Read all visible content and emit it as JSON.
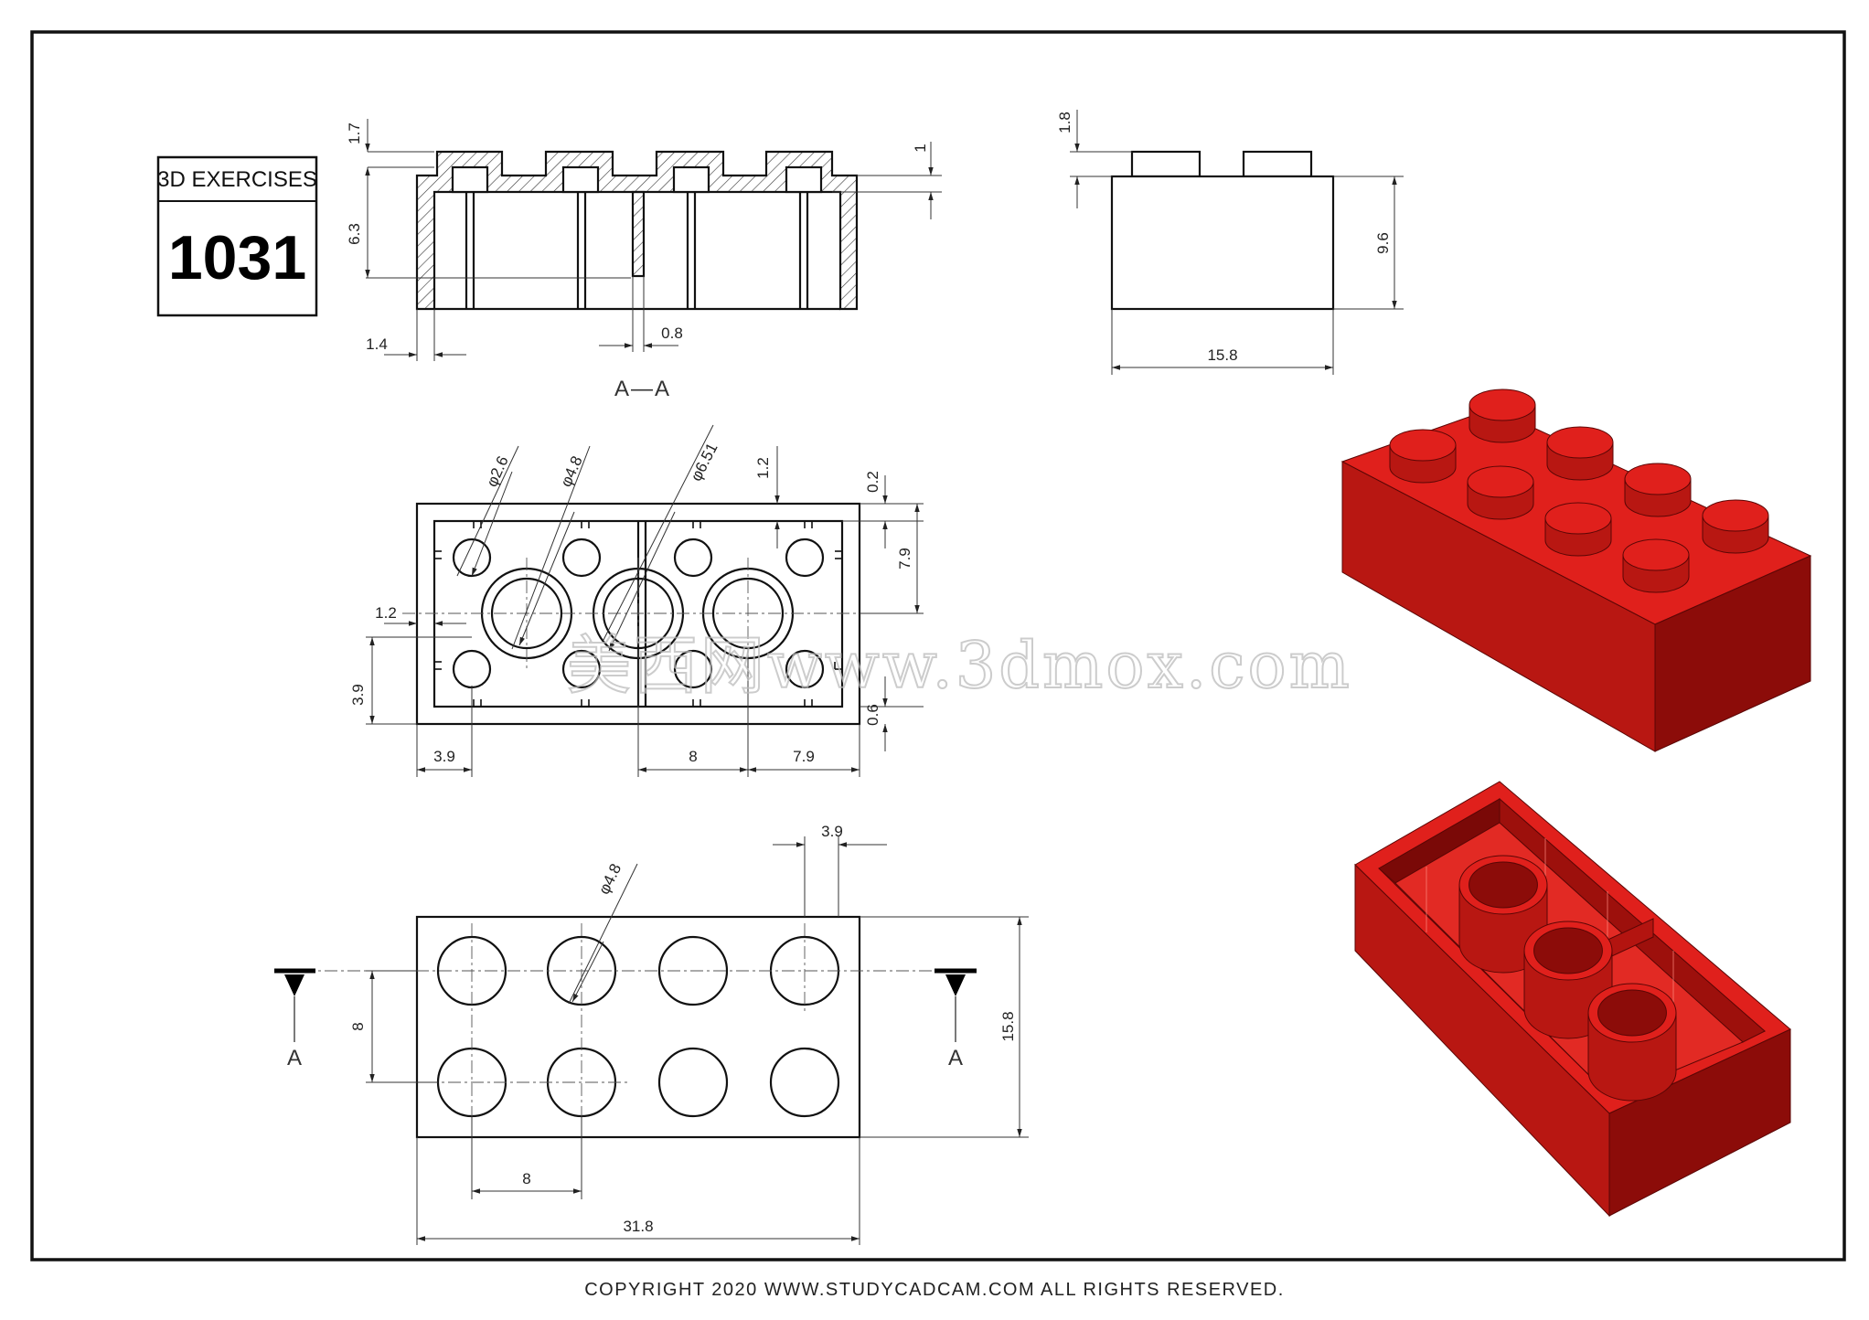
{
  "title_block": {
    "heading": "3D EXERCISES",
    "number": "1031"
  },
  "section_view": {
    "label": "A—A",
    "dims": {
      "top_step": "1.7",
      "depth": "6.3",
      "side_wall": "1.4",
      "slot": "0.8",
      "top_wall": "1"
    }
  },
  "side_view": {
    "dims": {
      "stud_height": "1.8",
      "height": "9.6",
      "width": "15.8"
    }
  },
  "bottom_view": {
    "dims": {
      "small_tube": "φ2.6",
      "tube_inner": "φ4.8",
      "tube_outer": "φ6.51",
      "rib_top": "1.2",
      "rib_gap": "0.2",
      "half_width": "7.9",
      "rib_side": "1.2",
      "tube_offset_y": "3.9",
      "rib_bottom": "0.6",
      "tube_offset_x": "3.9",
      "tube_pitch": "8",
      "end_offset": "7.9"
    }
  },
  "top_view": {
    "section_marker_left": "A",
    "section_marker_right": "A",
    "dims": {
      "stud_offset": "3.9",
      "stud_dia": "φ4.8",
      "row_pitch": "8",
      "width": "15.8",
      "col_pitch": "8",
      "length": "31.8"
    }
  },
  "watermark": "美西网www.3dmox.com",
  "footer": {
    "copyright": "COPYRIGHT 2020 WWW.STUDYCADCAM.COM ALL RIGHTS RESERVED."
  },
  "colors": {
    "brick_top": "#e0201c",
    "brick_left": "#b81712",
    "brick_right": "#8c0c09",
    "line": "#111111"
  }
}
